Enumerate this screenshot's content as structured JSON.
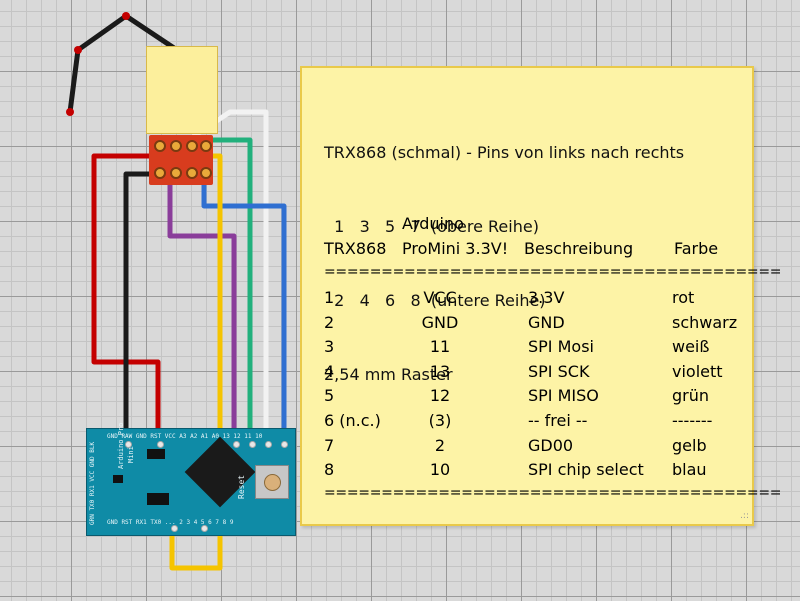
{
  "note": {
    "lines": [
      "TRX868 (schmal) - Pins von links nach rechts",
      "  1   3   5   7  (obere Reihe)",
      "  2   4   6   8  (untere Reihe)",
      "2,54 mm Raster",
      ""
    ],
    "header": {
      "col1": "TRX868",
      "col2_line1": "Arduino",
      "col2_line2": "ProMini 3.3V!",
      "col3": "Beschreibung",
      "col4": "Farbe"
    },
    "separator": "========================================",
    "rows": [
      {
        "trx": "1",
        "arduino": "VCC",
        "desc": "3.3V",
        "color": "rot"
      },
      {
        "trx": "2",
        "arduino": "GND",
        "desc": "GND",
        "color": "schwarz"
      },
      {
        "trx": "3",
        "arduino": "11",
        "desc": "SPI Mosi",
        "color": "weiß"
      },
      {
        "trx": "4",
        "arduino": "13",
        "desc": "SPI SCK",
        "color": "violett"
      },
      {
        "trx": "5",
        "arduino": "12",
        "desc": "SPI MISO",
        "color": "grün"
      },
      {
        "trx": "6 (n.c.)",
        "arduino": "(3)",
        "desc": "-- frei --",
        "color": "-------"
      },
      {
        "trx": "7",
        "arduino": "2",
        "desc": "GD00",
        "color": "gelb"
      },
      {
        "trx": "8",
        "arduino": "10",
        "desc": "SPI chip select",
        "color": "blau"
      }
    ]
  },
  "board": {
    "name_line1": "Arduino Pro",
    "name_line2": "Mini",
    "reset": "Reset",
    "top_pins": "GND RAW GND RST VCC A3 A2 A1 A0 13 12 11 10",
    "bottom_pins": "GND RST RX1 TX0 ... 2 3 4 5 6 7 8 9",
    "left_pins": "GRN TX0 RX1 VCC GND BLK"
  },
  "wire_colors": {
    "red": "#c40000",
    "black": "#1a1a1a",
    "white": "#f2f2f2",
    "purple": "#8a3d9a",
    "green": "#21b07c",
    "yellow": "#f5c400",
    "blue": "#2f6fd1"
  }
}
